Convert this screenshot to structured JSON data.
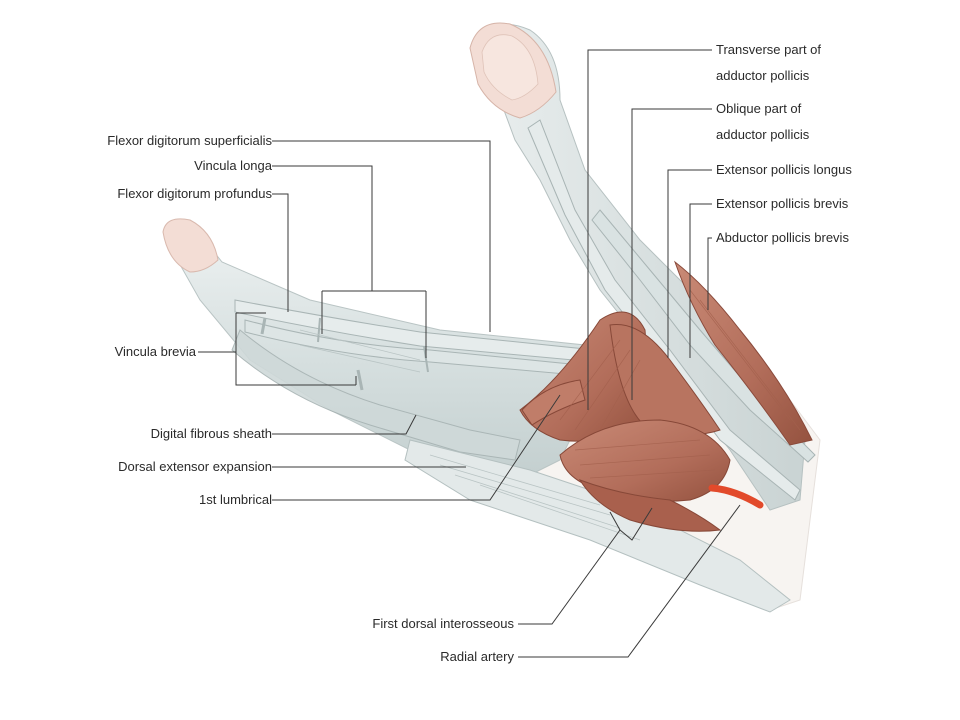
{
  "labels": {
    "flexor_superficialis": "Flexor digitorum superficialis",
    "vincula_longa": "Vincula longa",
    "flexor_profundus": "Flexor digitorum profundus",
    "vincula_brevia": "Vincula brevia",
    "digital_fibrous_sheath": "Digital fibrous sheath",
    "dorsal_extensor_expansion": "Dorsal extensor expansion",
    "first_lumbrical": "1st lumbrical",
    "transverse_adductor_1": "Transverse part of",
    "transverse_adductor_2": "adductor pollicis",
    "oblique_adductor_1": "Oblique part of",
    "oblique_adductor_2": "adductor pollicis",
    "extensor_pollicis_longus": "Extensor pollicis longus",
    "extensor_pollicis_brevis": "Extensor pollicis brevis",
    "abductor_pollicis_brevis": "Abductor pollicis brevis",
    "first_dorsal_interosseous": "First dorsal interosseous",
    "radial_artery": "Radial artery"
  },
  "colors": {
    "background": "#ffffff",
    "skin": "#f7f4f1",
    "tendon": "#dfe6e6",
    "tendon_shade": "#bfcaca",
    "muscle": "#b87460",
    "muscle_dark": "#8f4e3f",
    "nail": "#f3ddd5",
    "artery": "#e24a2b",
    "text": "#2a2a2a",
    "leader": "#3a3a3a"
  }
}
